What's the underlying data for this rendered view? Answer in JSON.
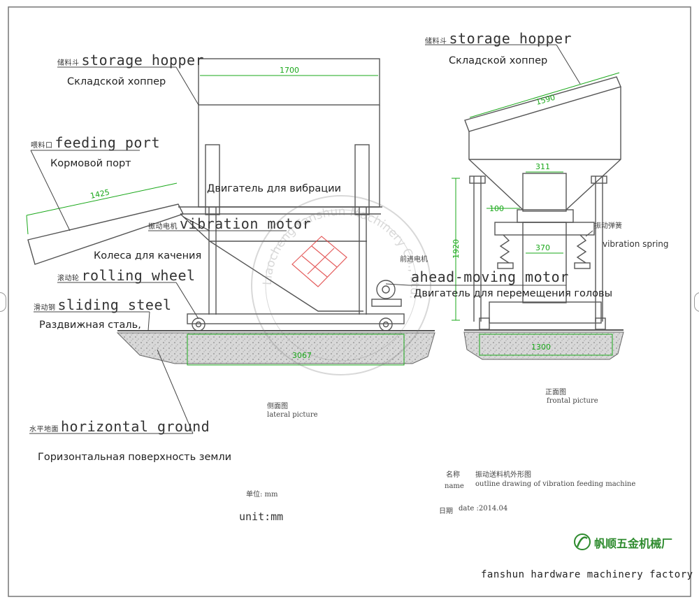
{
  "labels": {
    "storage_hopper_left": {
      "cn": "储料斗",
      "en": "storage hopper",
      "ru": "Складской хоппер"
    },
    "storage_hopper_right": {
      "cn": "储料斗",
      "en": "storage hopper",
      "ru": "Складской хоппер"
    },
    "feeding_port": {
      "cn": "喂料口",
      "en": "feeding port",
      "ru": "Кормовой порт"
    },
    "vibration_motor": {
      "cn": "振动电机",
      "en": "vibration motor",
      "ru": "Двигатель для вибрации"
    },
    "rolling_wheel": {
      "cn": "滚动轮",
      "en": "rolling wheel",
      "ru": "Колеса для качения"
    },
    "sliding_steel": {
      "cn": "滑动钢",
      "en": "sliding steel",
      "ru": "Раздвижная сталь,"
    },
    "horizontal_ground": {
      "cn": "水平地面",
      "en": "horizontal ground",
      "ru": "Горизонтальная поверхность земли"
    },
    "ahead_moving_motor": {
      "cn": "前进电机",
      "en": "ahead-moving motor",
      "ru": "Двигатель для перемещения головы"
    },
    "vibration_spring": {
      "cn": "振动弹簧",
      "en": "vibration spring"
    }
  },
  "dimensions": {
    "hopper_width": "1700",
    "feeding_port_length": "1425",
    "base_length": "3067",
    "front_hopper": "1590",
    "height": "1920",
    "inner_311": "311",
    "inner_100": "100",
    "inner_370": "370",
    "base_front": "1300"
  },
  "captions": {
    "lateral_cn": "侧面图",
    "lateral_en": "lateral picture",
    "frontal_cn": "正面图",
    "frontal_en": "frontal picture"
  },
  "unit": {
    "cn": "单位: mm",
    "en": "unit:mm"
  },
  "title_block": {
    "name_cn_label": "名称",
    "name_cn": "振动送料机外形图",
    "name_en_label": "name",
    "name_en": "outline drawing of vibration feeding machine",
    "date_label": "日期",
    "date": "date :2014.04"
  },
  "factory": {
    "logo_cn": "帆顺五金机械厂",
    "name": "fanshun hardware machinery factory"
  },
  "watermark": "Liaocheng Fanshun Machinery Co., Ltd.",
  "colors": {
    "line": "#555555",
    "dimension": "#1aa81a",
    "hatch": "#e04040",
    "ground": "#cfcfcf",
    "logo": "#2e8b2e"
  }
}
